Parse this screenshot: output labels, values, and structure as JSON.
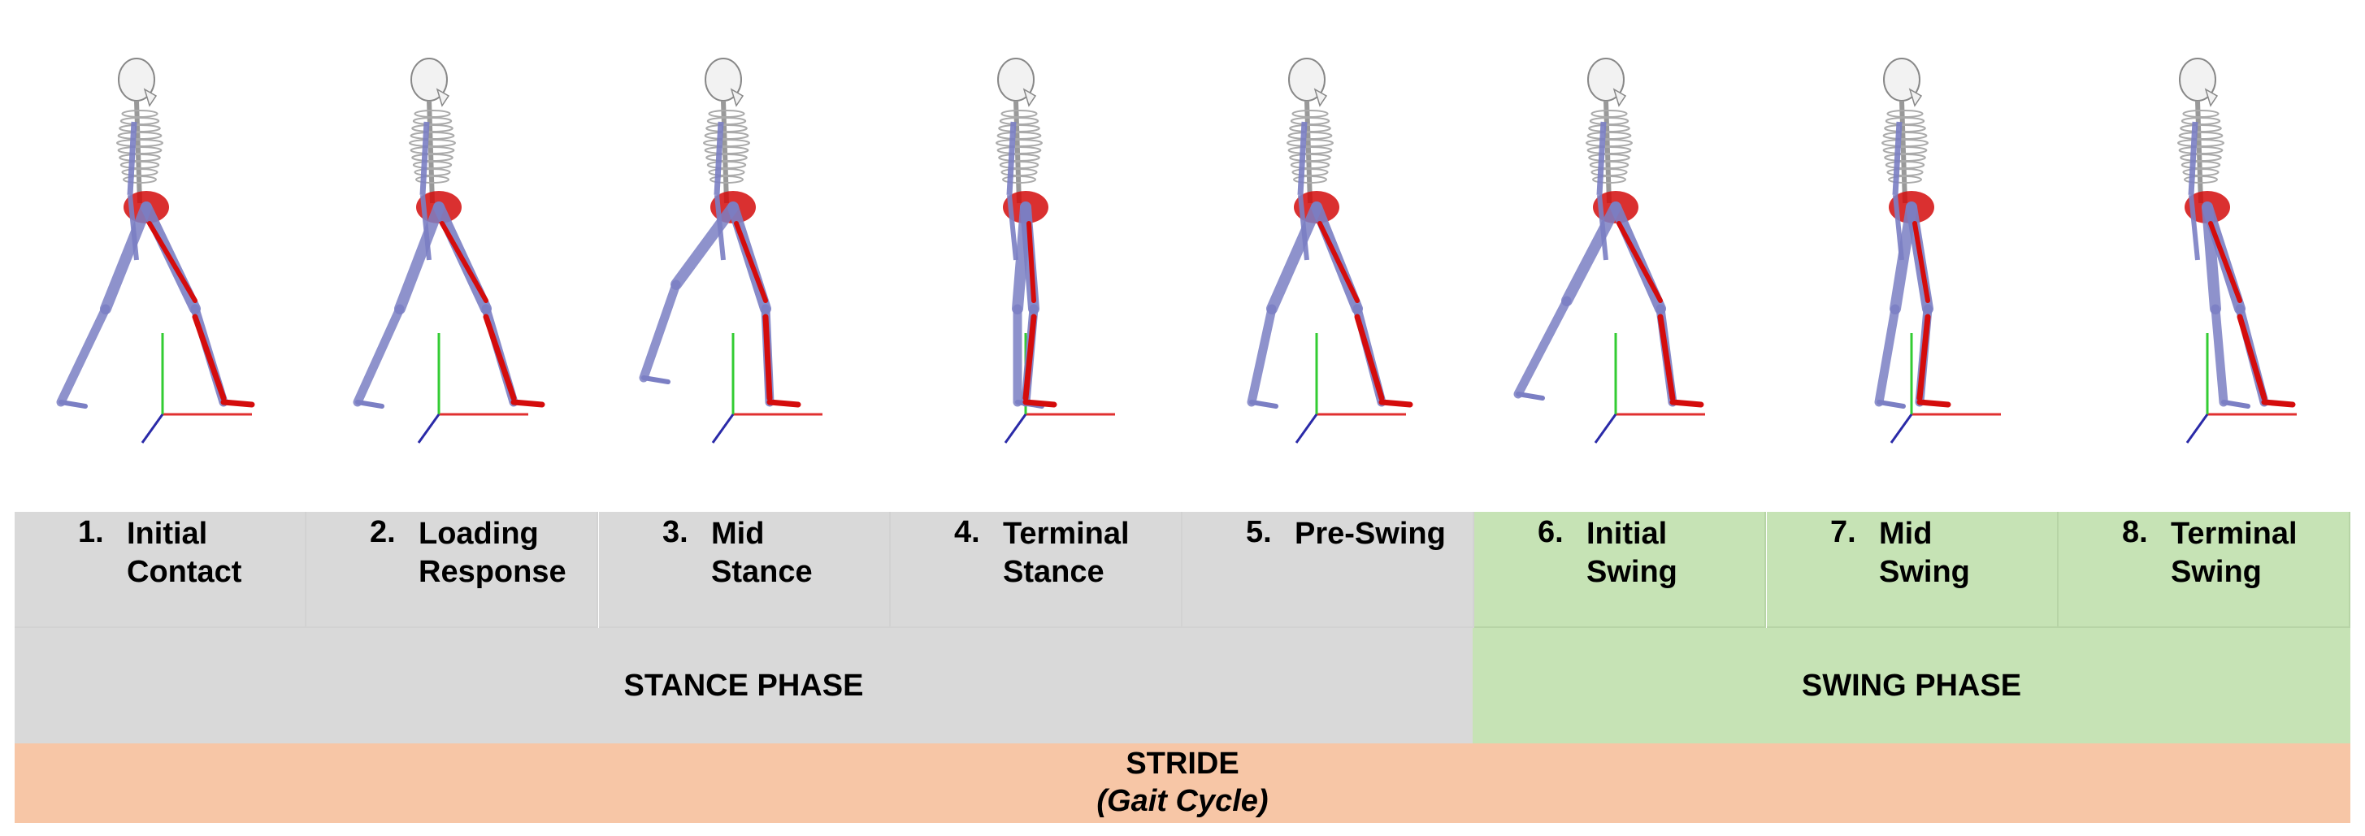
{
  "gait_phases": [
    {
      "number": "1.",
      "label": "Initial\nContact",
      "phase": "stance"
    },
    {
      "number": "2.",
      "label": "Loading\nResponse",
      "phase": "stance"
    },
    {
      "number": "3.",
      "label": "Mid\nStance",
      "phase": "stance"
    },
    {
      "number": "4.",
      "label": "Terminal\nStance",
      "phase": "stance"
    },
    {
      "number": "5.",
      "label": "Pre-Swing",
      "phase": "stance"
    },
    {
      "number": "6.",
      "label": "Initial\nSwing",
      "phase": "swing"
    },
    {
      "number": "7.",
      "label": "Mid\nSwing",
      "phase": "swing"
    },
    {
      "number": "8.",
      "label": "Terminal\nSwing",
      "phase": "swing"
    }
  ],
  "bands": {
    "stance_label": "STANCE PHASE",
    "swing_label": "SWING PHASE"
  },
  "stride": {
    "title": "STRIDE",
    "subtitle": "(Gait Cycle)"
  },
  "colors": {
    "stance_bg": "#d9d9d9",
    "swing_bg": "#c6e3b5",
    "stride_bg": "#f7c6a6",
    "skeleton_bone": "#f2f2f2",
    "muscle_blue": "#7b7fc4",
    "muscle_red": "#d40c0c",
    "axis_x": "#e03030",
    "axis_y": "#33cc33",
    "axis_z": "#2a2aa8"
  },
  "figure_icon": "walking-skeleton-model"
}
